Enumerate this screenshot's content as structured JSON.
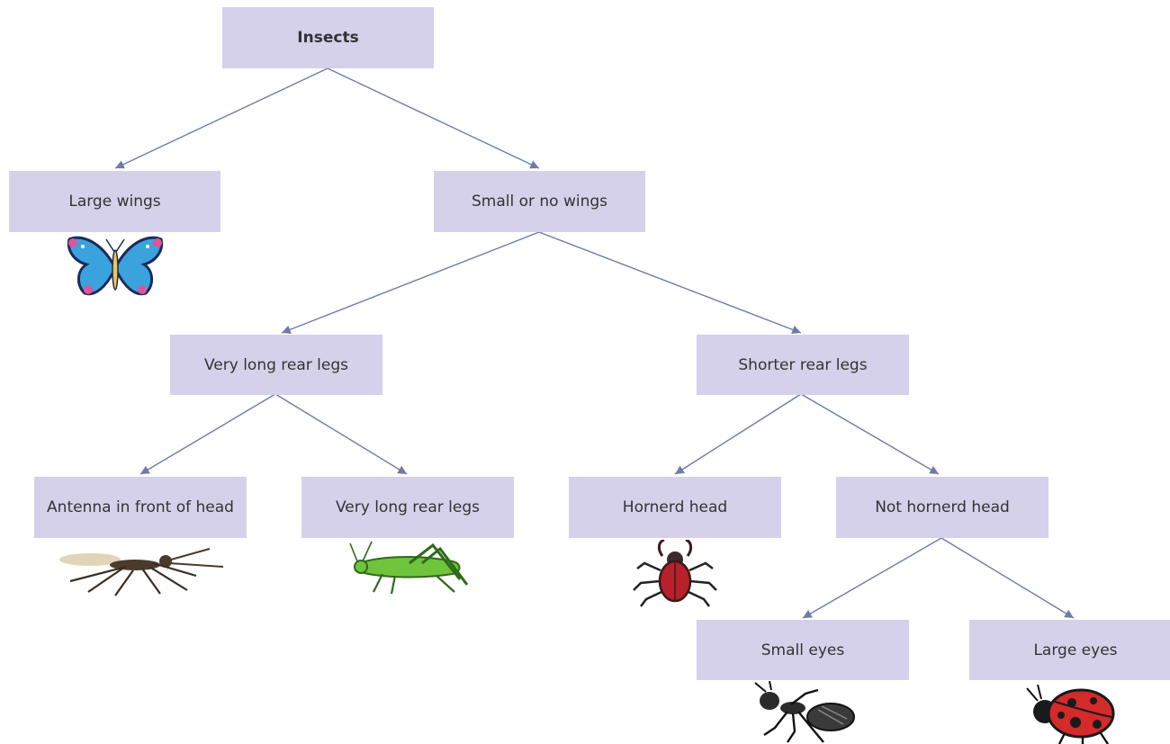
{
  "nodes": {
    "root": "Insects",
    "large_wings": "Large wings",
    "small_wings": "Small or no wings",
    "long_legs": "Very long rear legs",
    "shorter_legs": "Shorter rear legs",
    "antenna": "Antenna in front of head",
    "long_legs_2": "Very long rear legs",
    "horned": "Hornerd head",
    "not_horned": "Not hornerd head",
    "small_eyes": "Small eyes",
    "large_eyes": "Large eyes"
  },
  "icons": [
    "butterfly-icon",
    "mosquito-icon",
    "grasshopper-icon",
    "stag-beetle-icon",
    "ant-icon",
    "ladybug-icon"
  ],
  "colors": {
    "box": "#d5d1ea",
    "connector": "#6f7aa6"
  }
}
